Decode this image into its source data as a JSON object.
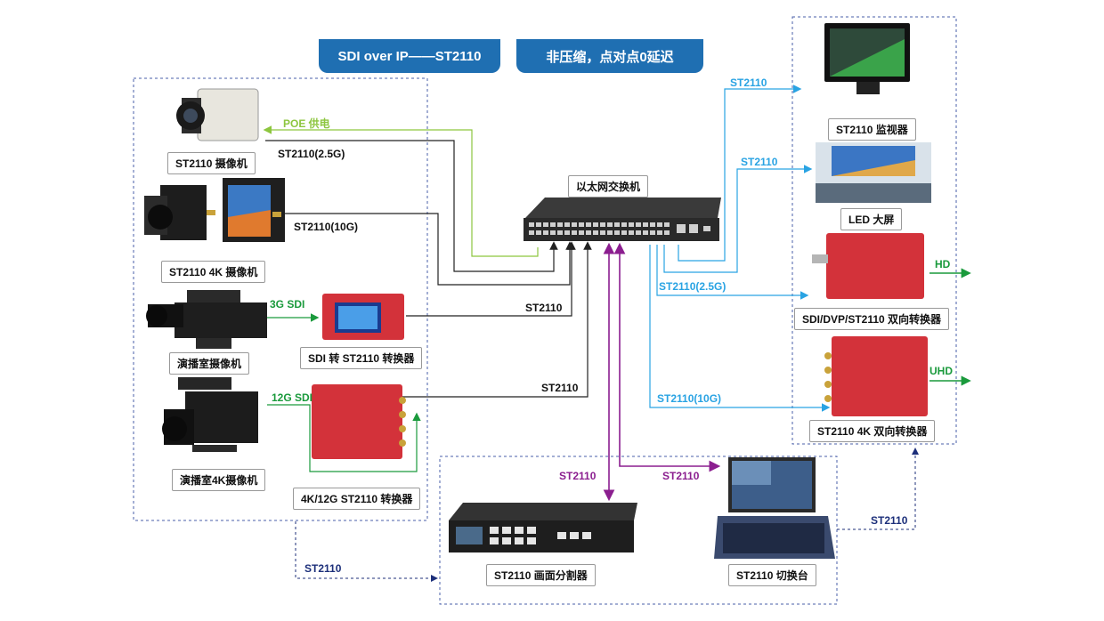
{
  "banners": {
    "left": "SDI over IP——ST2110",
    "right": "非压缩，点对点0延迟"
  },
  "devices": {
    "camera": "ST2110 摄像机",
    "camera4k": "ST2110 4K 摄像机",
    "studio_cam": "演播室摄像机",
    "studio_cam4k": "演播室4K摄像机",
    "sdi_converter": "SDI 转 ST2110 转换器",
    "converter_4k12g": "4K/12G ST2110 转换器",
    "switch": "以太网交换机",
    "monitor": "ST2110 监视器",
    "led": "LED 大屏",
    "dvp_converter": "SDI/DVP/ST2110 双向转换器",
    "converter_4k_bi": "ST2110 4K 双向转换器",
    "multiviewer": "ST2110 画面分割器",
    "switcher": "ST2110 切换台"
  },
  "links": {
    "poe": "POE 供电",
    "cam_link": "ST2110(2.5G)",
    "cam4k_link": "ST2110(10G)",
    "sdi3g": "3G SDI",
    "sdi12g": "12G SDI",
    "conv_link": "ST2110",
    "conv4k_link": "ST2110",
    "monitor_link": "ST2110",
    "led_link": "ST2110",
    "dvp_link": "ST2110(2.5G)",
    "bi4k_link": "ST2110(10G)",
    "hd": "HD",
    "uhd": "UHD",
    "mv_link": "ST2110",
    "sw_link": "ST2110",
    "left_bottom": "ST2110",
    "right_bottom": "ST2110"
  },
  "colors": {
    "banner": "#1f6fb2",
    "poe": "#8dc63f",
    "sdi": "#1a9a3c",
    "network": "#29a3e3",
    "black": "#222222",
    "purple": "#8b1e8f",
    "navy": "#1c2f7a",
    "device_red": "#d3323a"
  }
}
